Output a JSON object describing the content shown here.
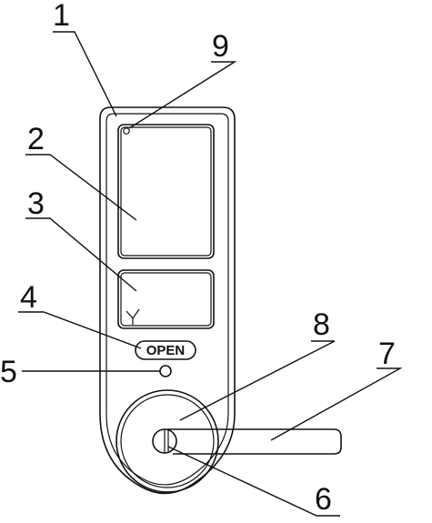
{
  "diagram": {
    "open_button_label": "OPEN",
    "callouts": [
      {
        "id": "1",
        "label": "1"
      },
      {
        "id": "2",
        "label": "2"
      },
      {
        "id": "3",
        "label": "3"
      },
      {
        "id": "4",
        "label": "4"
      },
      {
        "id": "5",
        "label": "5"
      },
      {
        "id": "6",
        "label": "6"
      },
      {
        "id": "7",
        "label": "7"
      },
      {
        "id": "8",
        "label": "8"
      },
      {
        "id": "9",
        "label": "9"
      }
    ],
    "line_color": "#111111",
    "background": "#ffffff"
  }
}
